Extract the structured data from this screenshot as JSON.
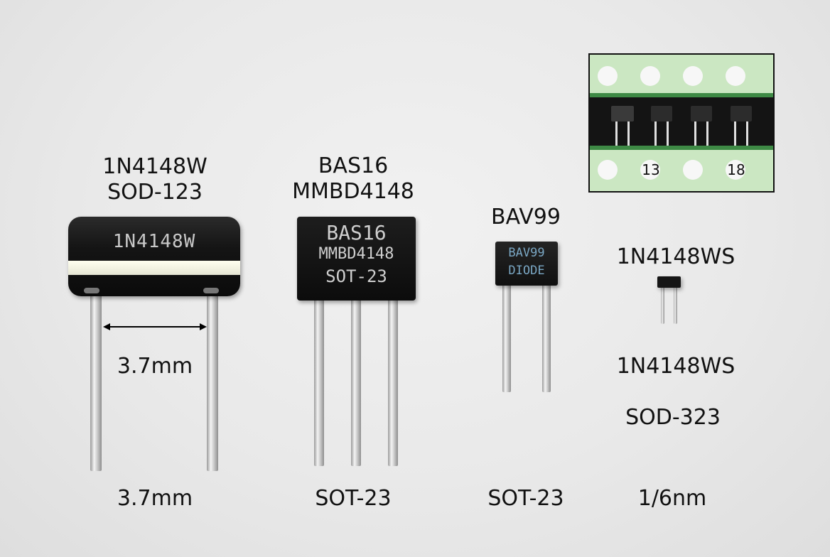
{
  "components": {
    "sod123": {
      "caption_lines": [
        "1N4148W",
        "SOD-123"
      ],
      "body_marking": "1N4148W",
      "dimension_label": "3.7mm",
      "bottom_label": "3.7mm"
    },
    "sot23_a": {
      "caption_lines": [
        "BAS16",
        "MMBD4148"
      ],
      "body_marking_lines": [
        "BAS16",
        "MMBD4148",
        "SOT-23"
      ],
      "bottom_label": "SOT-23"
    },
    "sot23_b": {
      "caption": "BAV99",
      "body_marking_lines": [
        "BAV99",
        "DIODE"
      ],
      "bottom_label": "SOT-23"
    },
    "sod323": {
      "caption_top": "1N4148WS",
      "caption_mid": "1N4148WS",
      "caption_package": "SOD-323",
      "bottom_label": "1/6nm"
    }
  },
  "inset": {
    "tape_numbers": [
      "13",
      "18"
    ],
    "colors": {
      "tape": "#c9e8c0",
      "stripe": "#1a1a1a",
      "band": "#3e8a45"
    }
  },
  "colors": {
    "component_body": "#151515",
    "marking_grey": "#cfcfcf",
    "marking_blue": "#7aa7c4",
    "band_white": "#efefdf"
  }
}
